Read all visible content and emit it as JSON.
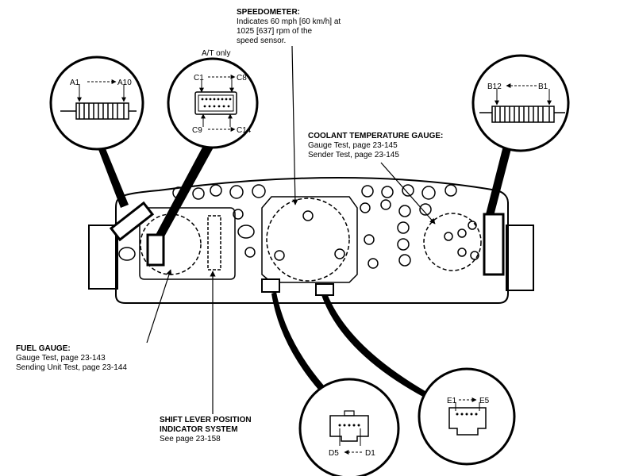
{
  "callouts": {
    "speedometer": {
      "title": "SPEEDOMETER:",
      "lines": [
        "Indicates 60 mph [60 km/h] at",
        "1025 [637] rpm of the",
        "speed sensor."
      ]
    },
    "coolant": {
      "title": "COOLANT TEMPERATURE GAUGE:",
      "lines": [
        "Gauge Test, page 23-145",
        "Sender Test, page 23-145"
      ]
    },
    "fuel": {
      "title": "FUEL GAUGE:",
      "lines": [
        "Gauge Test, page 23-143",
        "Sending Unit Test, page 23-144"
      ]
    },
    "shift": {
      "title_lines": [
        "SHIFT LEVER POSITION",
        "INDICATOR SYSTEM"
      ],
      "lines": [
        "See page 23-158"
      ]
    }
  },
  "connectors": {
    "a": {
      "left": "A1",
      "right": "A10"
    },
    "c": {
      "note": "A/T only",
      "top_left": "C1",
      "top_right": "C8",
      "bottom_left": "C9",
      "bottom_right": "C14"
    },
    "b": {
      "left": "B12",
      "right": "B1"
    },
    "d": {
      "left": "D5",
      "right": "D1"
    },
    "e": {
      "left": "E1",
      "right": "E5"
    }
  }
}
